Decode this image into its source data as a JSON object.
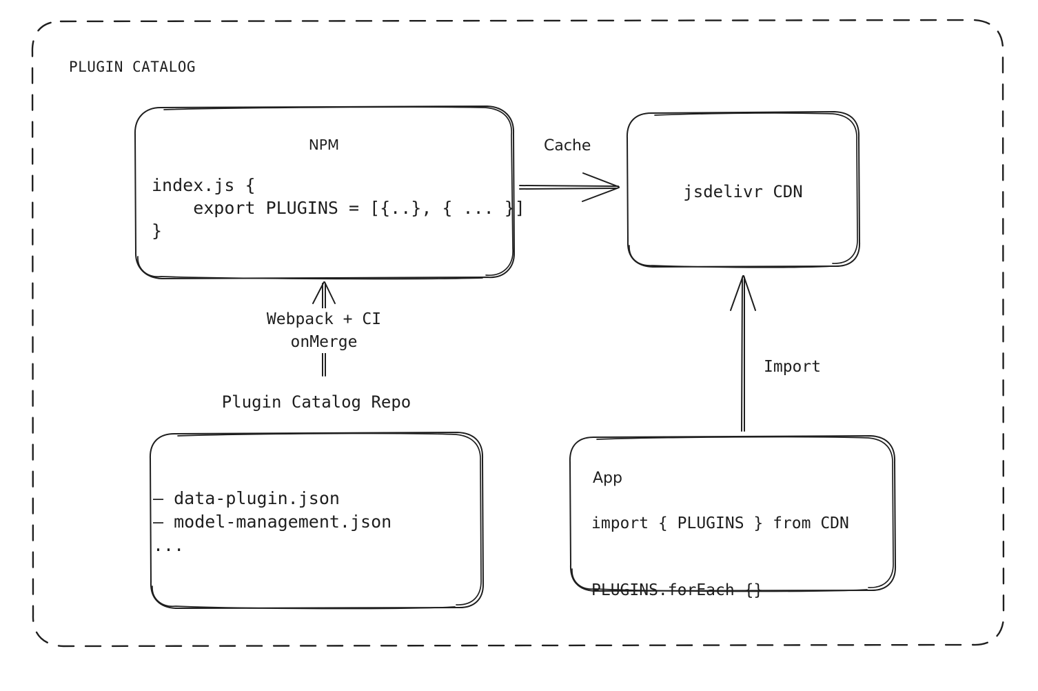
{
  "diagram": {
    "frame": {
      "title": "PLUGIN CATALOG",
      "style": "dashed-rounded-rectangle"
    },
    "nodes": {
      "npm": {
        "title": "NPM",
        "code": "index.js {\n    export PLUGINS = [{..}, { ... }]\n}"
      },
      "cdn": {
        "title": "jsdelivr CDN"
      },
      "repo": {
        "label": "Plugin Catalog Repo",
        "files": "– data-plugin.json\n– model-management.json\n..."
      },
      "app": {
        "title": "App",
        "code": "import { PLUGINS } from CDN\n\nPLUGINS.forEach {}"
      }
    },
    "edges": {
      "cache": {
        "label": "Cache",
        "from": "npm",
        "to": "cdn",
        "direction": "right"
      },
      "build": {
        "label": "Webpack + CI\nonMerge",
        "from": "repo",
        "to": "npm",
        "direction": "up"
      },
      "import": {
        "label": "Import",
        "from": "app",
        "to": "cdn",
        "direction": "up"
      }
    },
    "colors": {
      "stroke": "#1e1e1e",
      "background": "#ffffff"
    }
  }
}
